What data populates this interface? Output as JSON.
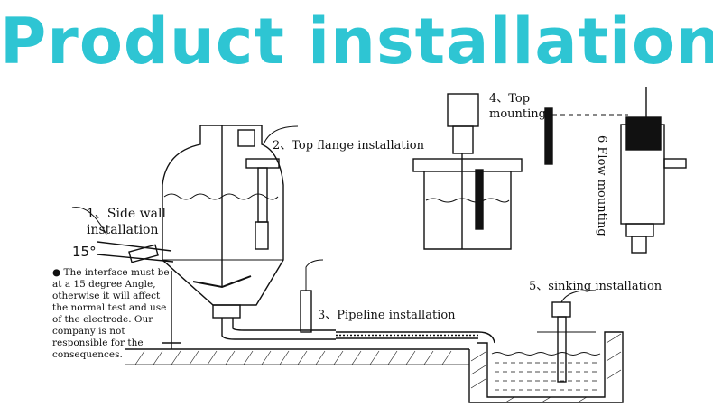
{
  "title": "Product installation",
  "labels": {
    "side_wall": "1、Side wall",
    "side_wall_2": "installation",
    "angle": "15°",
    "top_flange": "2、Top flange installation",
    "pipeline": "3、Pipeline installation",
    "top_mounting": "4、Top",
    "top_mounting_2": "mounting",
    "sinking": "5、sinking installation",
    "flow_mounting": "6 Flow mounting"
  },
  "note": "● The interface must be at a 15 degree Angle, otherwise it will affect the normal test and use of the electrode. Our company is not responsible for the consequences."
}
